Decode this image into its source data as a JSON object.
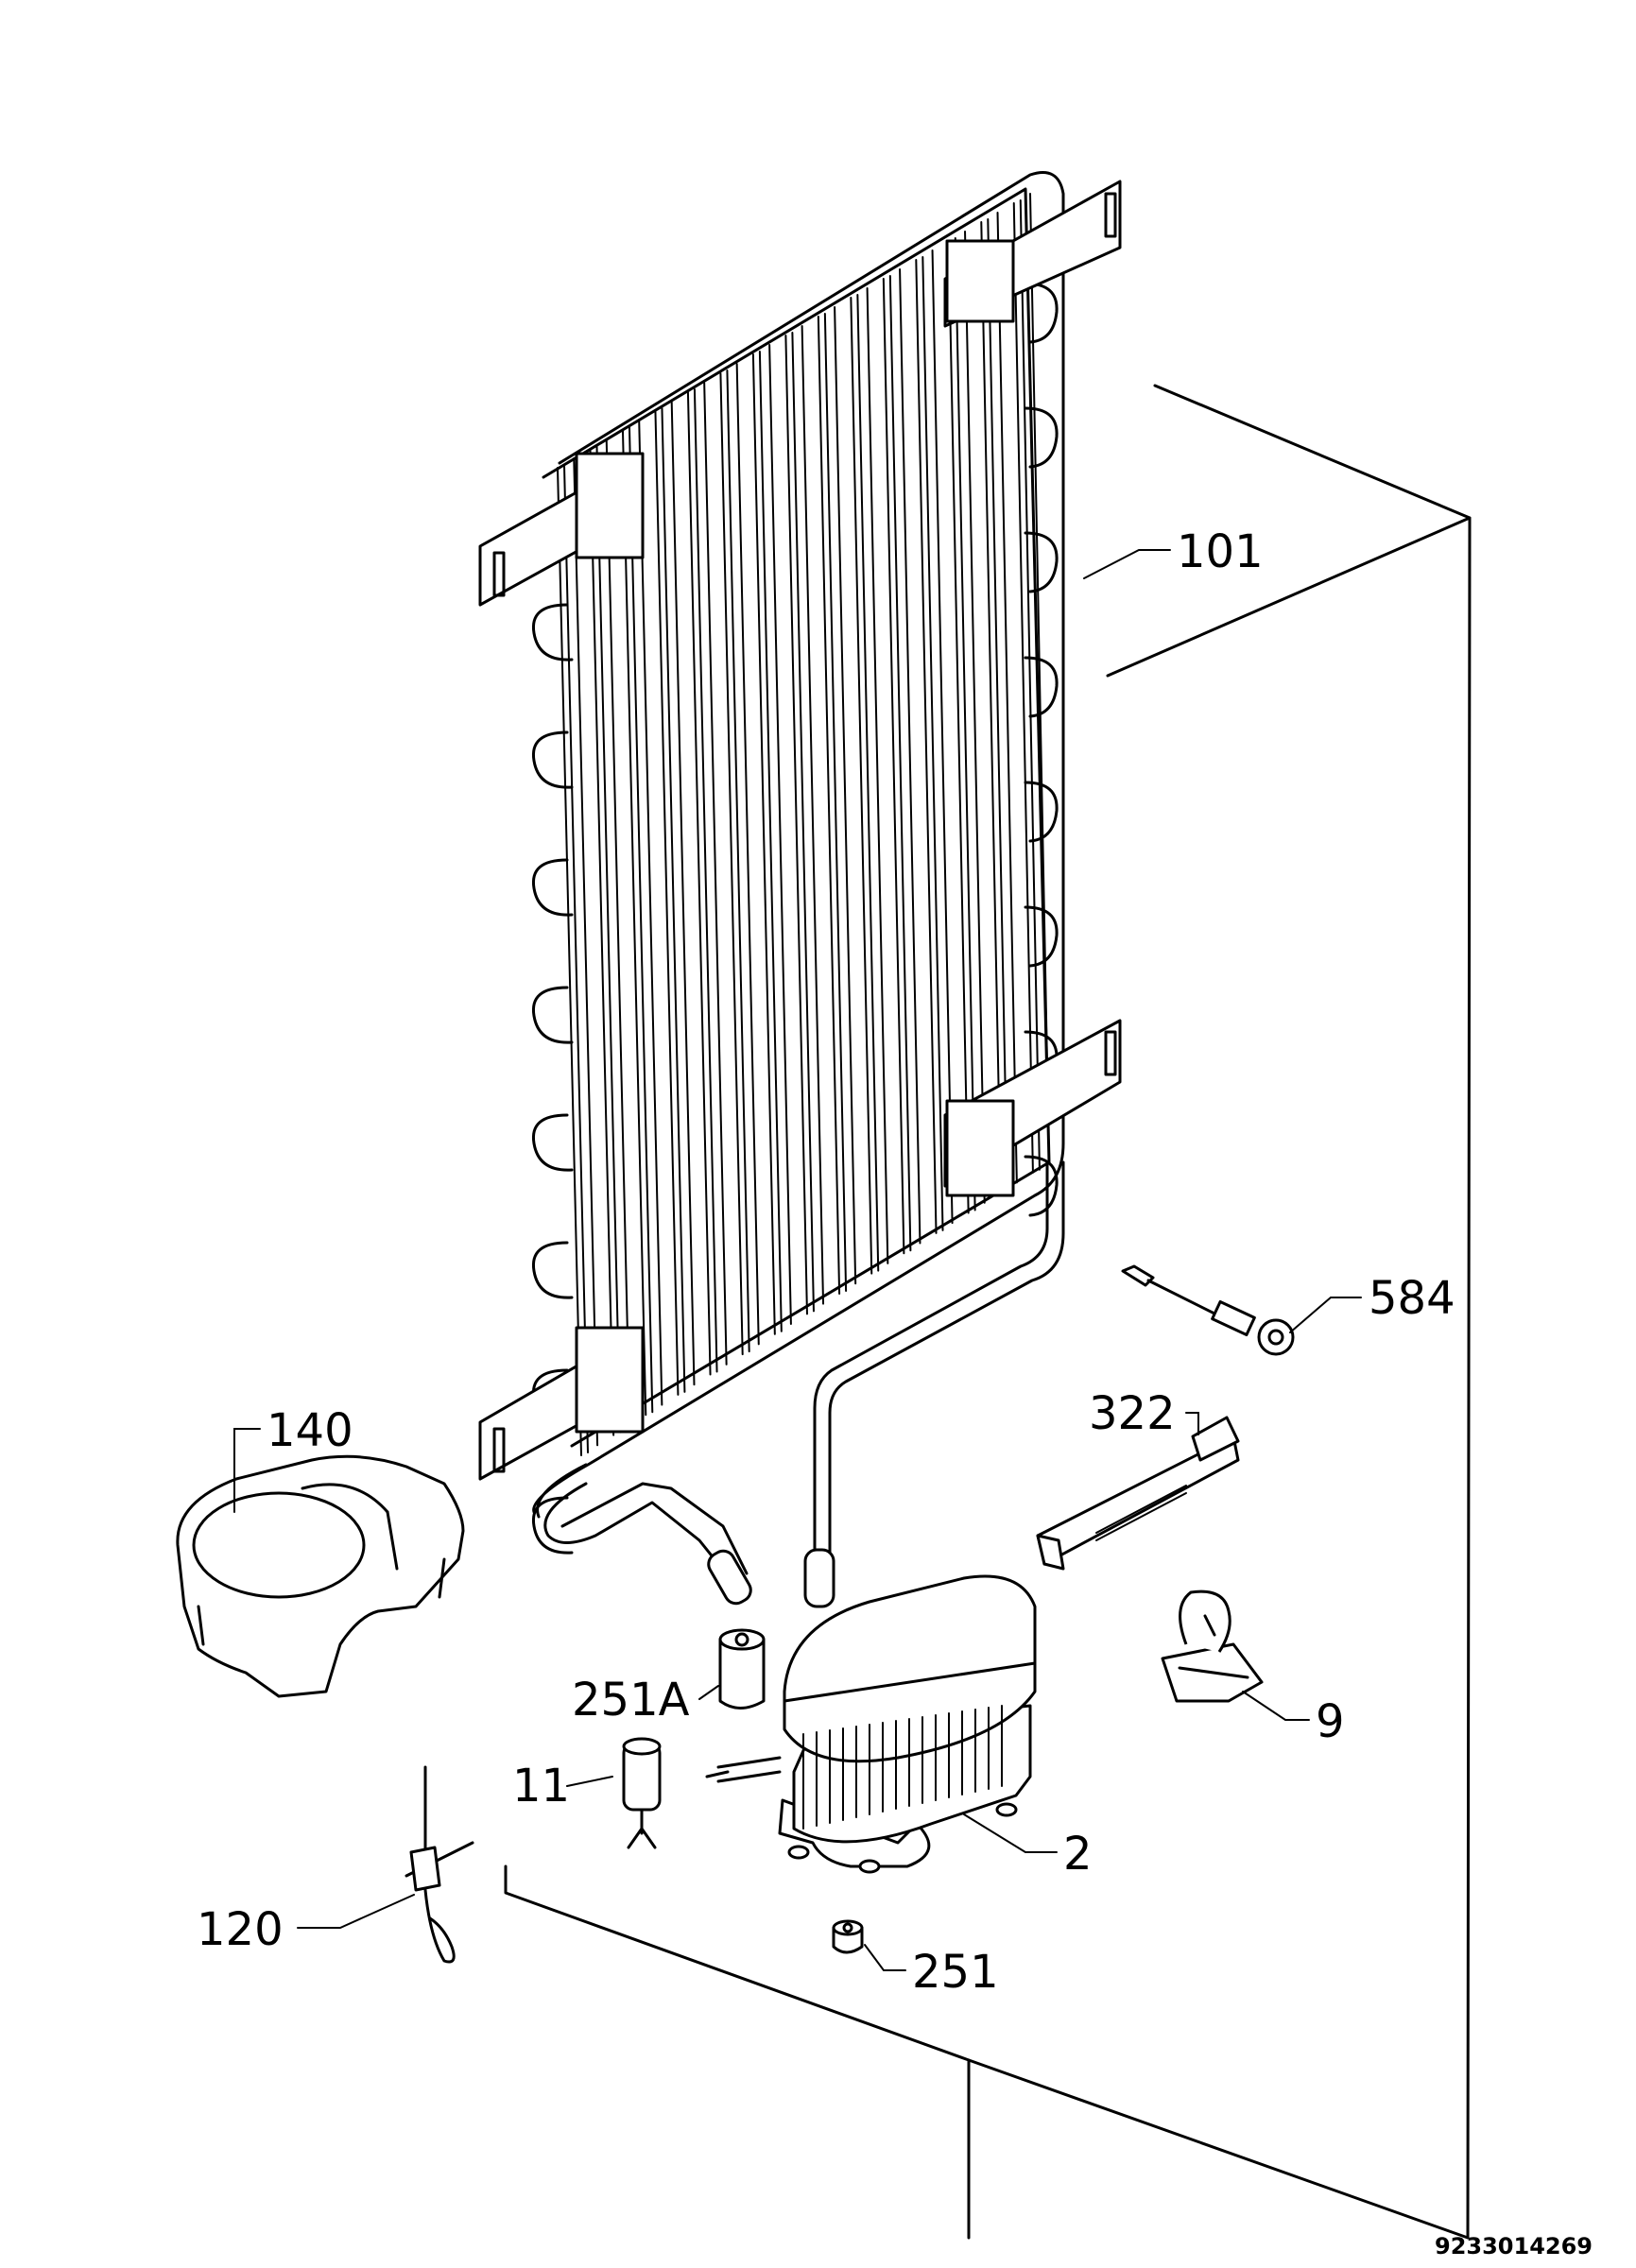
{
  "labels": {
    "p101": "101",
    "p584": "584",
    "p322": "322",
    "p140": "140",
    "p251a": "251A",
    "p9": "9",
    "p11": "11",
    "p2": "2",
    "p120": "120",
    "p251": "251"
  },
  "reference": "9233014269",
  "condenser_rows": 8
}
